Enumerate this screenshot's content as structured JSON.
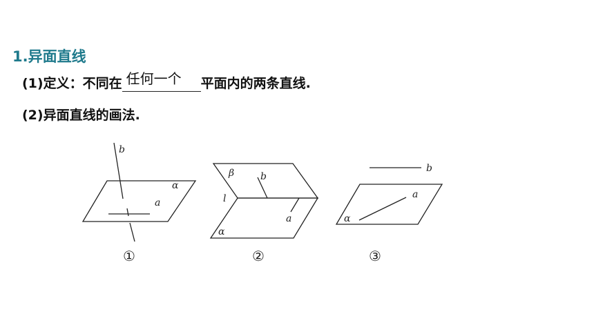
{
  "section": {
    "title": "1.异面直线"
  },
  "definition": {
    "prefix": "(1)定义：不同在",
    "answer": "任何一个",
    "suffix": "平面内的两条直线."
  },
  "drawing": {
    "text": "(2)异面直线的画法."
  },
  "figures": [
    {
      "number": "①",
      "labels": {
        "line_b": "b",
        "plane": "α",
        "line_a": "a"
      }
    },
    {
      "number": "②",
      "labels": {
        "beta": "β",
        "line_b": "b",
        "l": "l",
        "line_a": "a",
        "alpha": "α"
      }
    },
    {
      "number": "③",
      "labels": {
        "line_b": "b",
        "line_a": "a",
        "alpha": "α"
      }
    }
  ]
}
